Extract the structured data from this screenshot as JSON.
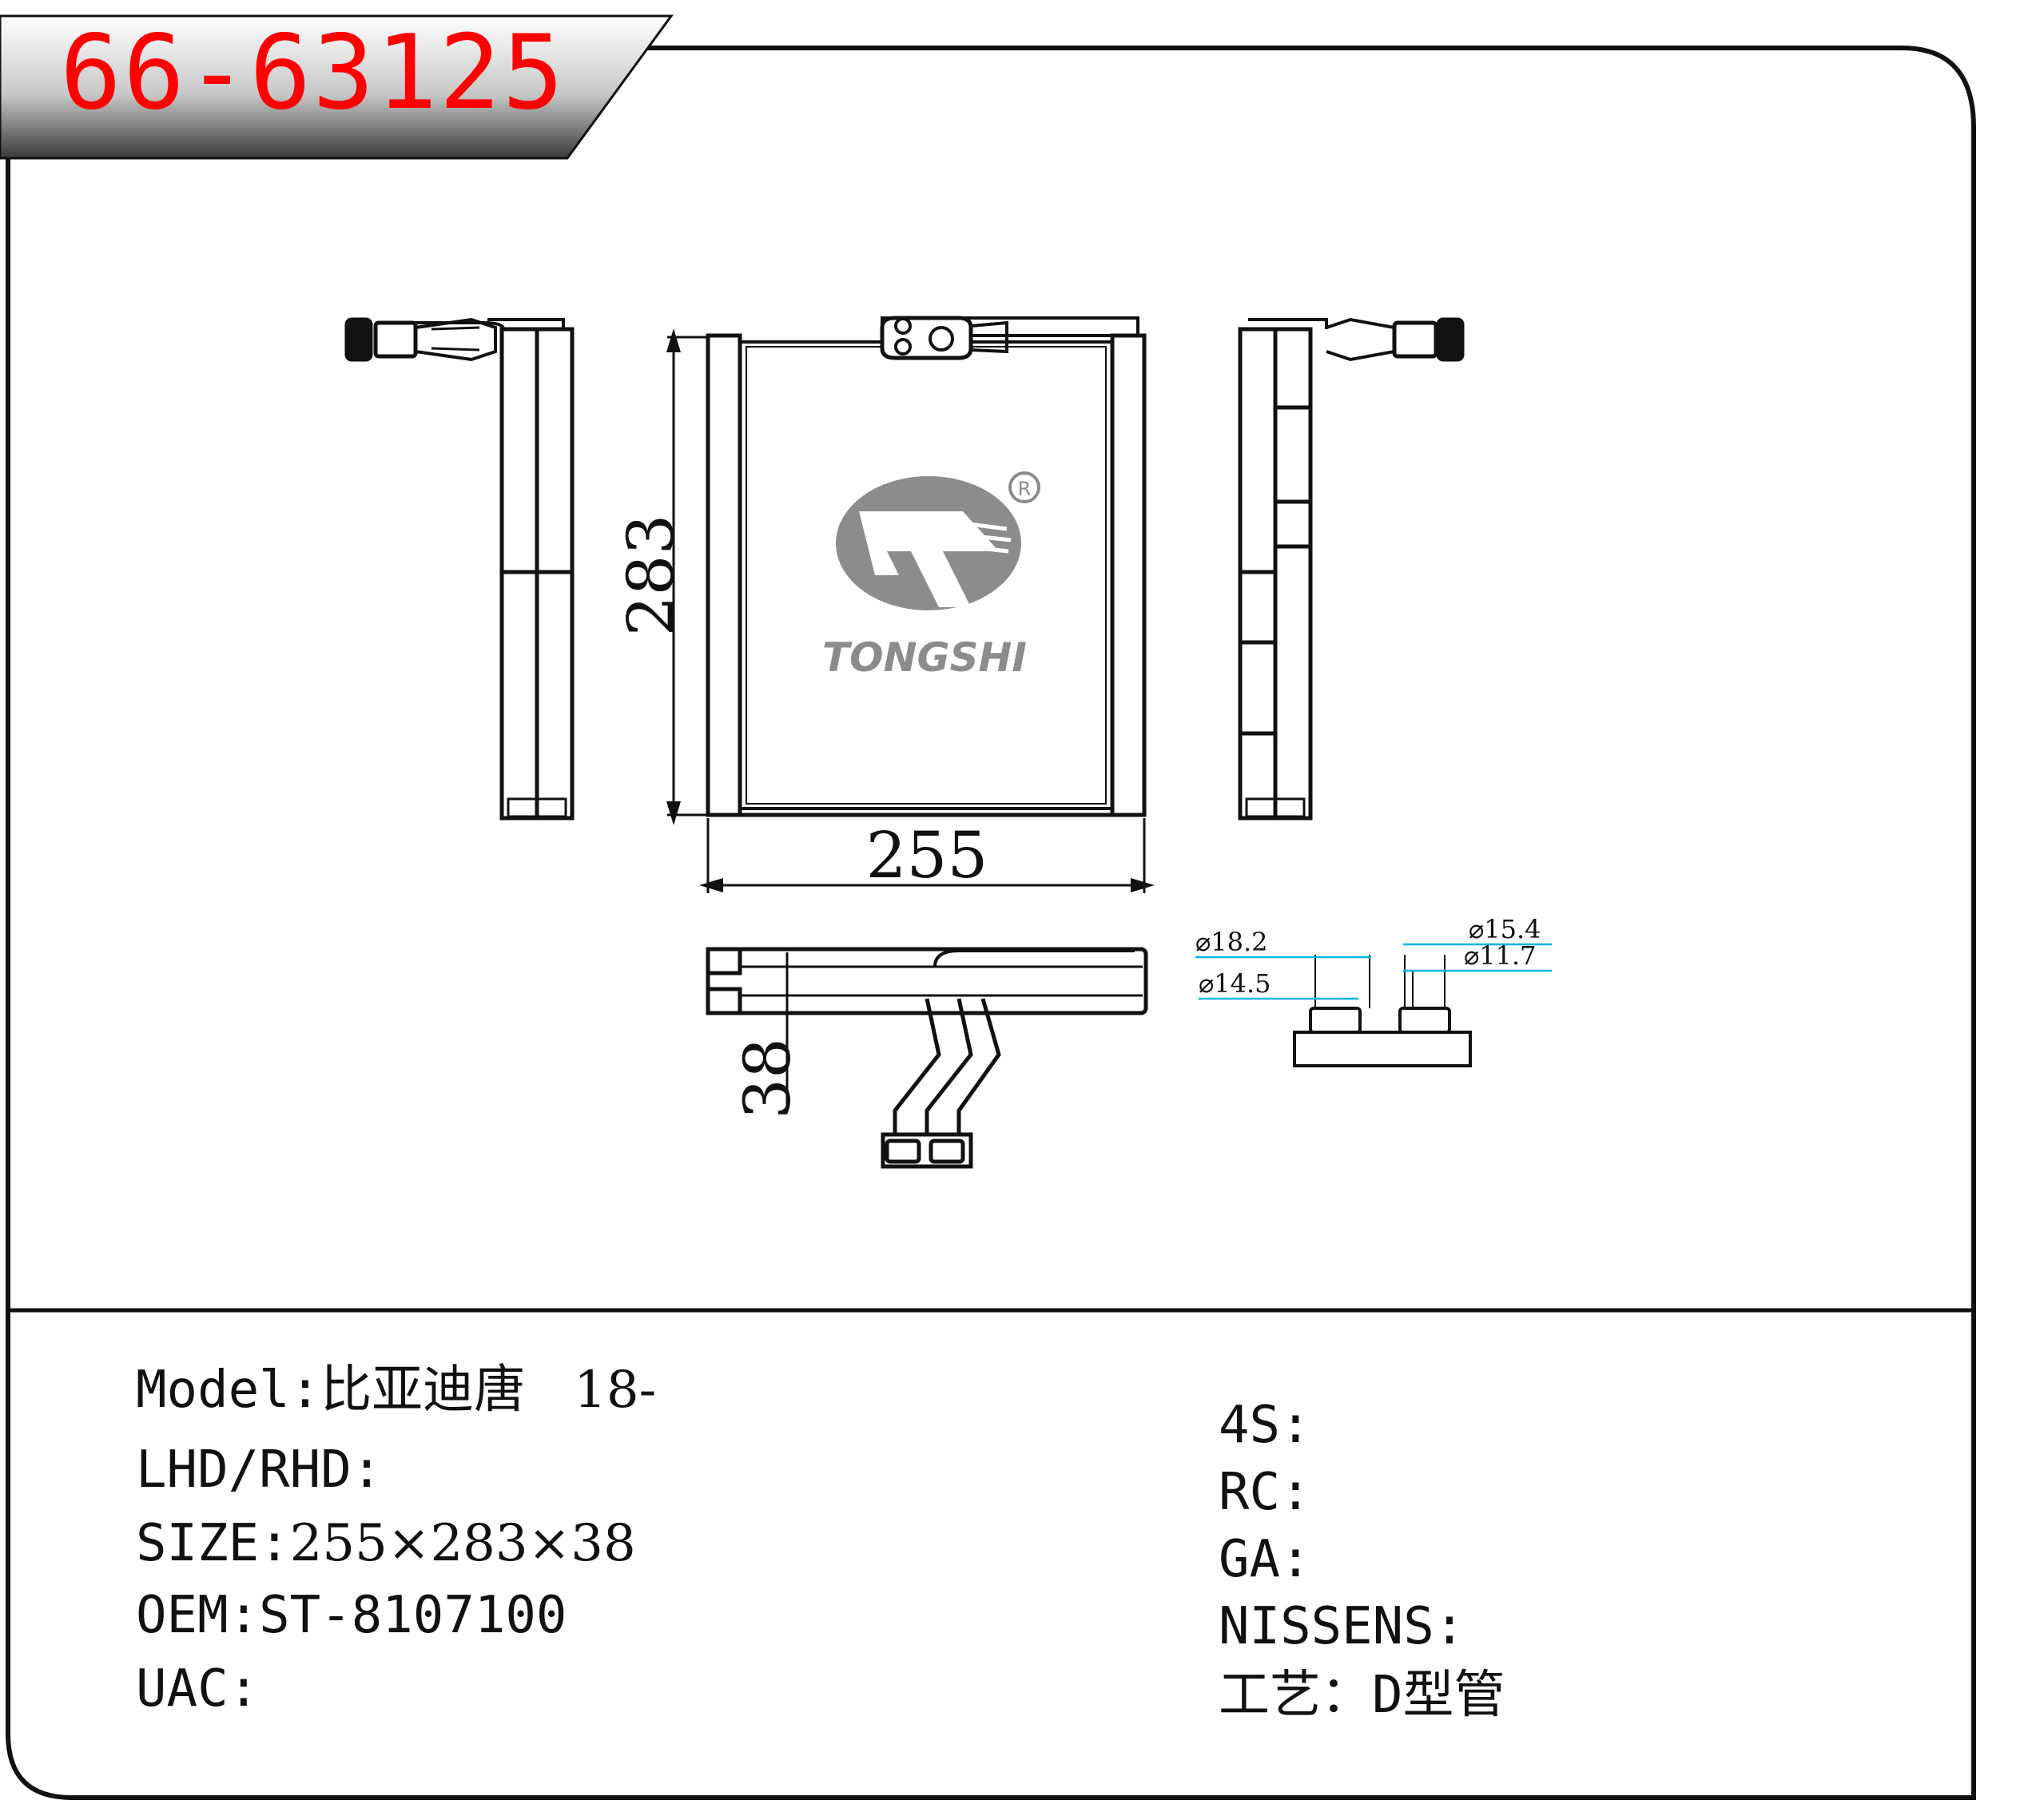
{
  "part_number": "66-63125",
  "dimensions": {
    "height": "283",
    "width": "255",
    "depth": "38",
    "dia_1": "⌀18.2",
    "dia_2": "⌀14.5",
    "dia_3": "⌀15.4",
    "dia_4": "⌀11.7"
  },
  "logo": {
    "brand": "TONGSHI",
    "mark": "R"
  },
  "specs_left": [
    {
      "label": "Model:",
      "value": "比亚迪唐   18-"
    },
    {
      "label": "LHD/RHD:",
      "value": ""
    },
    {
      "label": "SIZE:",
      "value": "255×283×38"
    },
    {
      "label": "OEM:",
      "value": "ST-8107100"
    },
    {
      "label": "UAC:",
      "value": ""
    }
  ],
  "specs_right": [
    {
      "label": "4S:",
      "value": ""
    },
    {
      "label": "RC:",
      "value": ""
    },
    {
      "label": "GA:",
      "value": ""
    },
    {
      "label": "NISSENS:",
      "value": ""
    },
    {
      "label": "工艺：",
      "value": "D型管"
    }
  ],
  "colors": {
    "title": "#ff0000",
    "dimension_line": "#00b4e6",
    "logo_gray": "#8c8c8c"
  }
}
